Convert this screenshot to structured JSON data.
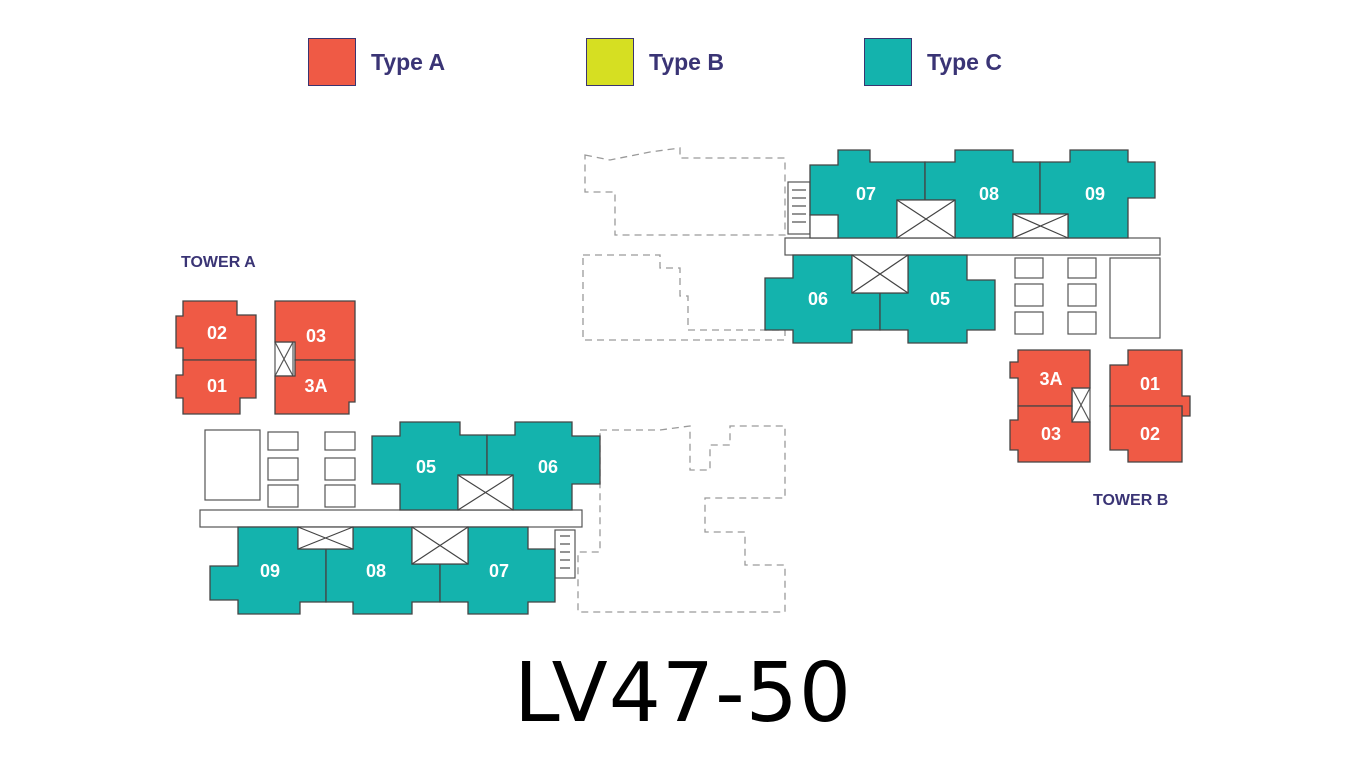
{
  "legend": [
    {
      "label": "Type A",
      "color": "#ef5a45"
    },
    {
      "label": "Type B",
      "color": "#d6df22"
    },
    {
      "label": "Type C",
      "color": "#14b3ad"
    }
  ],
  "towers": {
    "a_label": "TOWER A",
    "b_label": "TOWER B"
  },
  "units": {
    "tower_a": {
      "u02": "02",
      "u01": "01",
      "u03": "03",
      "u3a": "3A",
      "u05": "05",
      "u06": "06",
      "u09": "09",
      "u08": "08",
      "u07": "07"
    },
    "tower_b": {
      "u07": "07",
      "u08": "08",
      "u09": "09",
      "u06": "06",
      "u05": "05",
      "u3a": "3A",
      "u03": "03",
      "u01": "01",
      "u02": "02"
    }
  },
  "level": "LV47-50",
  "colors": {
    "type_a": "#ef5a45",
    "type_c": "#14b3ad",
    "outline": "#444444",
    "dashed": "#9a9a9a"
  }
}
